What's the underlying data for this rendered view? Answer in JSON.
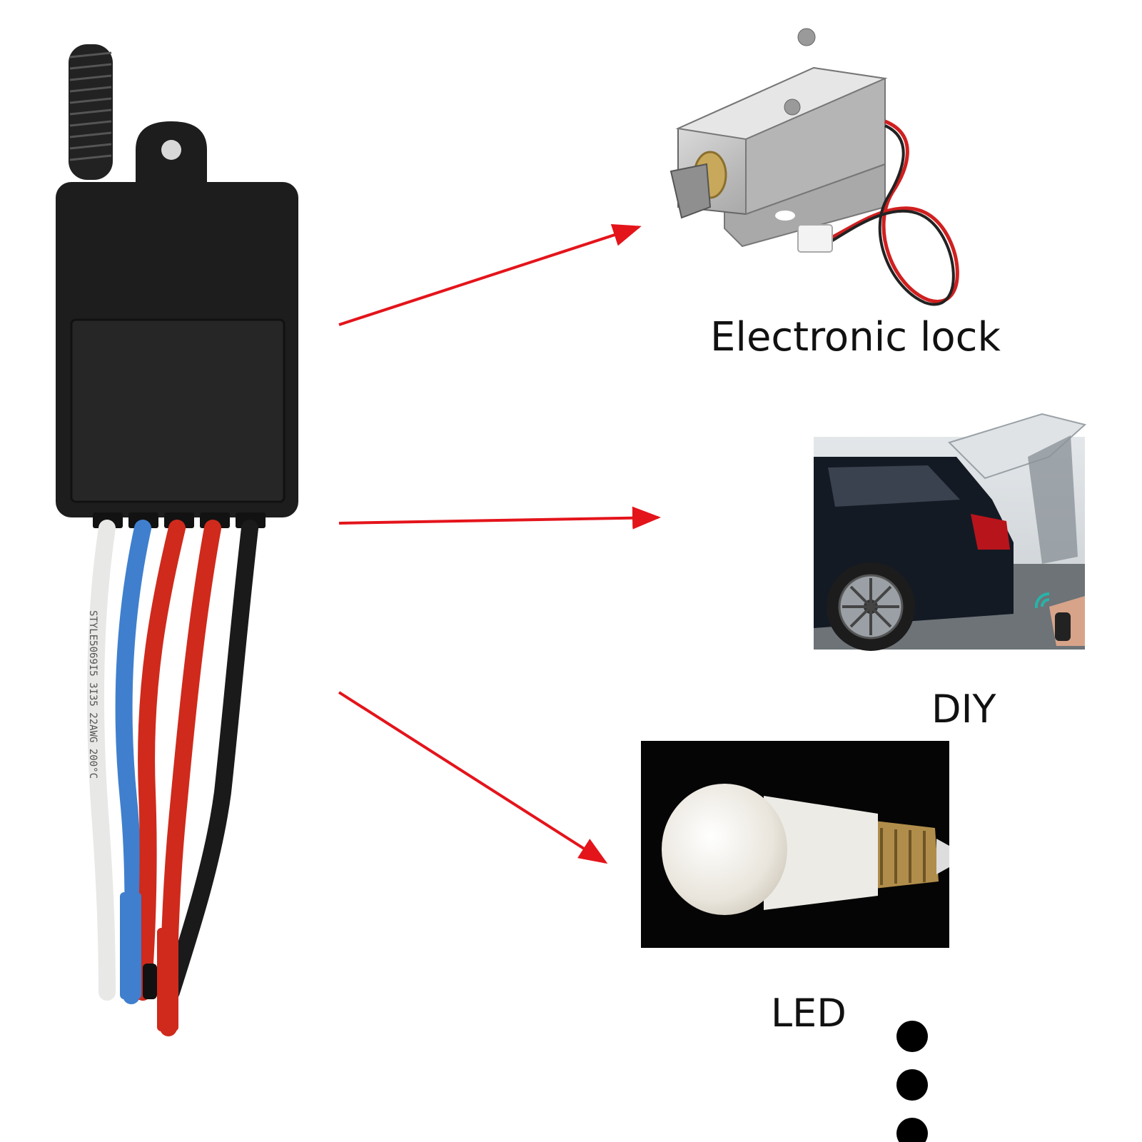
{
  "targets": [
    {
      "name": "lock",
      "label": "Electronic lock"
    },
    {
      "name": "diy",
      "label": "DIY"
    },
    {
      "name": "led",
      "label": "LED"
    }
  ],
  "wire_print": "STYLE5069I5  3I35  22AWG  200°C",
  "colors": {
    "arrow": "#e4141b",
    "module_body": "#1d1d1d",
    "wire_white": "#e8e8e6",
    "wire_blue": "#3f7fce",
    "wire_red": "#cf2a1c",
    "wire_black": "#1a1a1a",
    "dots": "#000000"
  },
  "continuation_dots": 3
}
